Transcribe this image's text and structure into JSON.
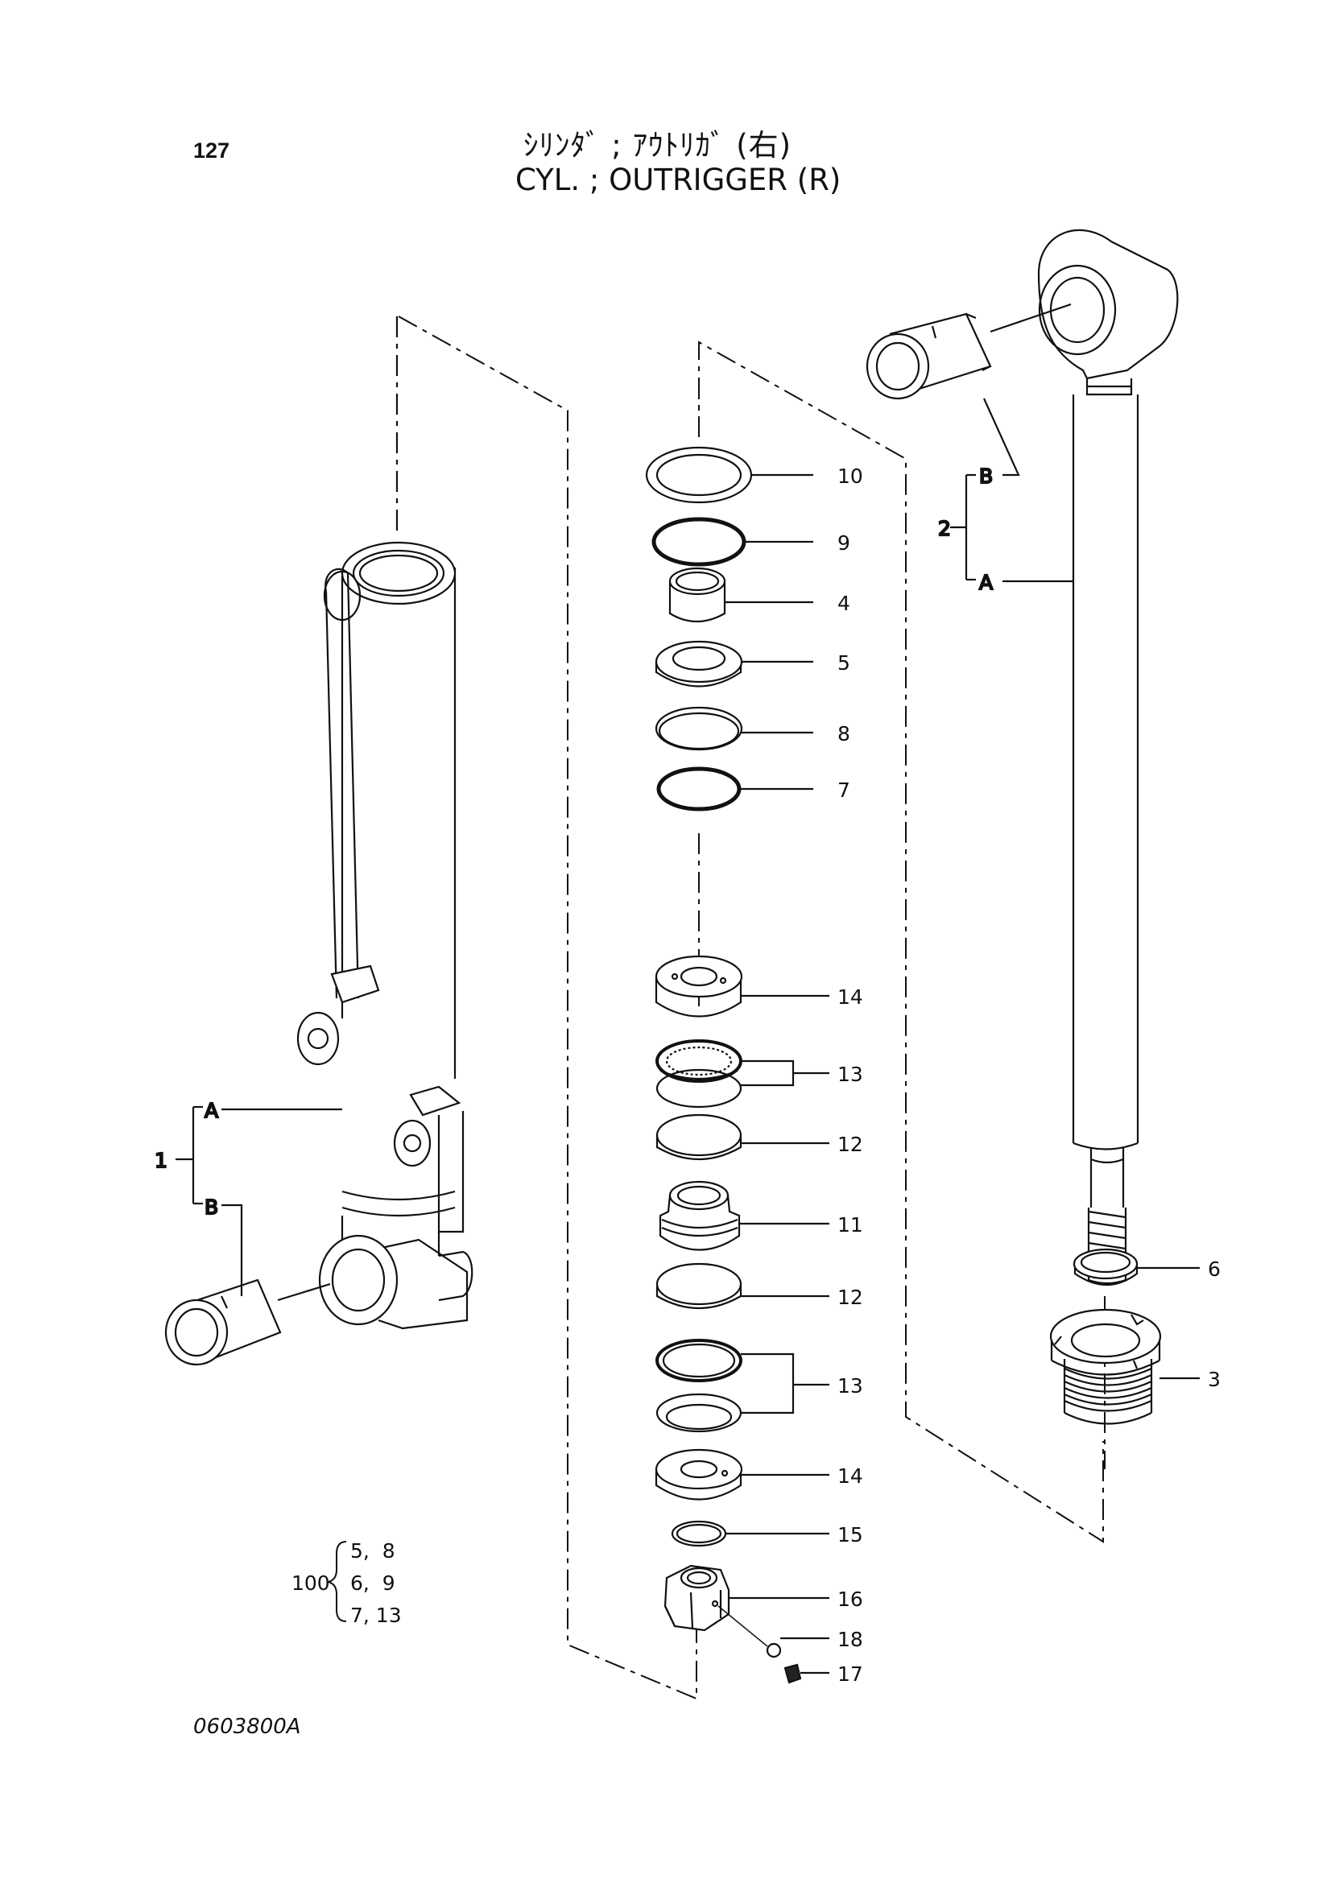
{
  "header": {
    "page_number": "127",
    "title_jp": "ｼﾘﾝﾀﾞ ; ｱｳﾄﾘｶﾞ (右)",
    "title_en": "CYL. ; OUTRIGGER (R)"
  },
  "footer": {
    "drawing_code": "0603800A"
  },
  "callouts": {
    "p10": "10",
    "p9": "9",
    "p4": "4",
    "p5": "5",
    "p8": "8",
    "p7": "7",
    "p14a": "14",
    "p13a": "13",
    "p12a": "12",
    "p11": "11",
    "p12b": "12",
    "p13b": "13",
    "p14b": "14",
    "p15": "15",
    "p16": "16",
    "p18": "18",
    "p17": "17",
    "p6": "6",
    "p3": "3"
  },
  "assembly_1": {
    "number": "1",
    "sub_a": "A",
    "sub_b": "B"
  },
  "assembly_2": {
    "number": "2",
    "sub_a": "A",
    "sub_b": "B"
  },
  "kit_100": {
    "number": "100",
    "rows": [
      "5,  8",
      "6,  9",
      "7, 13"
    ]
  }
}
